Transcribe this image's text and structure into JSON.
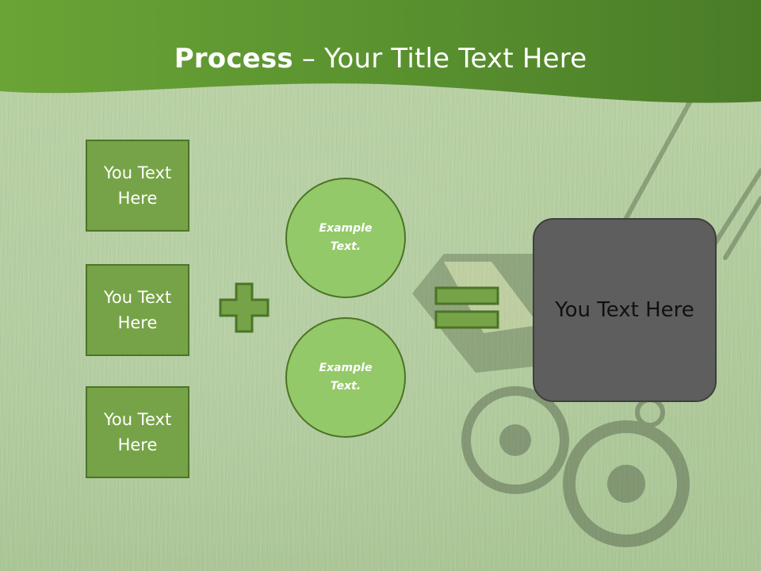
{
  "slide": {
    "title_bold": "Process",
    "title_rest": " – Your Title Text Here",
    "left_boxes": [
      "You Text\nHere",
      "You Text\nHere",
      "You Text\nHere"
    ],
    "circles": [
      "Example\nText.",
      "Example\nText."
    ],
    "result_text": "You Text Here"
  },
  "colors": {
    "header_green": "#5e9433",
    "box_green": "#76a347",
    "circle_green": "#94c96a",
    "border_green": "#4b7426",
    "result_gray": "#5e5e5e"
  },
  "icons": [
    "plus-icon",
    "equals-icon"
  ]
}
